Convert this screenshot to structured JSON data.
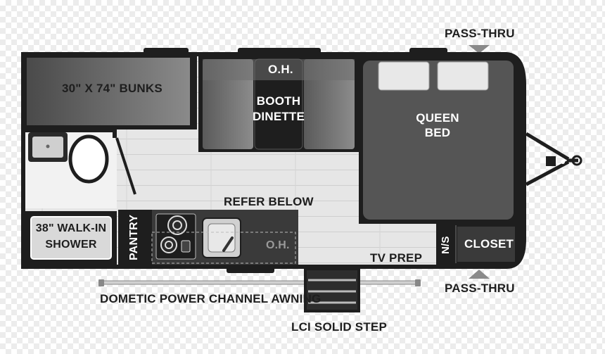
{
  "floorplan": {
    "pass_thru_top": "PASS-THRU",
    "pass_thru_bottom": "PASS-THRU",
    "bunks": "30\" X 74\" BUNKS",
    "oh_top": "O.H.",
    "booth": "BOOTH",
    "dinette": "DINETTE",
    "queen": "QUEEN",
    "bed": "BED",
    "refer_below": "REFER BELOW",
    "shower_line1": "38\" WALK-IN",
    "shower_line2": "SHOWER",
    "pantry": "PANTRY",
    "oh_counter": "O.H.",
    "tv_prep": "TV PREP",
    "ns": "N/S",
    "closet": "CLOSET",
    "awning": "DOMETIC POWER CHANNEL AWNING",
    "step": "LCI SOLID STEP"
  }
}
